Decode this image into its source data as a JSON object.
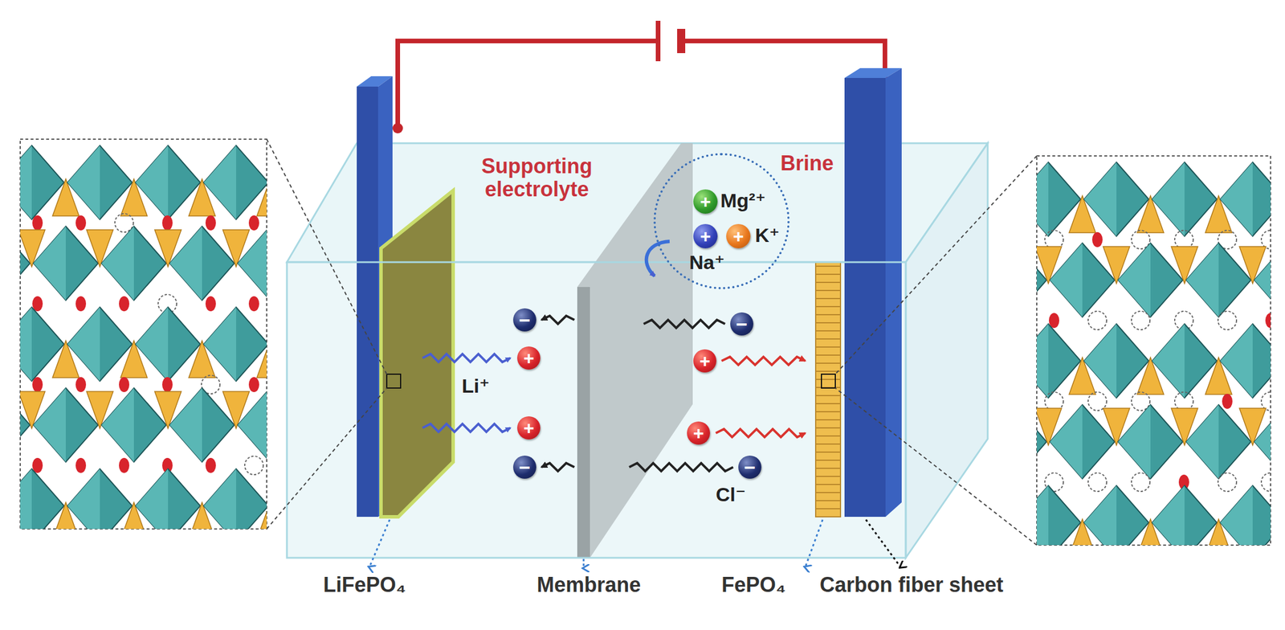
{
  "diagram": {
    "nodes": [
      {
        "text": [
          "Mg²⁺",
          "K⁺",
          "Na⁺"
        ]
      },
      {
        "text": [
          "+"
        ],
        "in": 0
      },
      {
        "text": [
          "+"
        ],
        "in": 0
      },
      {
        "text": [
          "+"
        ],
        "in": 0
      },
      {
        "text": [
          "−"
        ]
      },
      {
        "text": [
          "−"
        ]
      },
      {
        "text": [
          "+"
        ]
      },
      {
        "text": [
          "+"
        ]
      },
      {
        "text": [
          "+"
        ]
      },
      {
        "text": [
          "+"
        ]
      },
      {
        "text": [
          "−"
        ]
      },
      {
        "text": [
          "−"
        ]
      }
    ],
    "labels": [
      "Supporting electrolyte",
      "Brine",
      "Li⁺",
      "Cl⁻",
      "LiFePO₄",
      "Membrane",
      "FePO₄",
      "Carbon fiber sheet"
    ]
  }
}
